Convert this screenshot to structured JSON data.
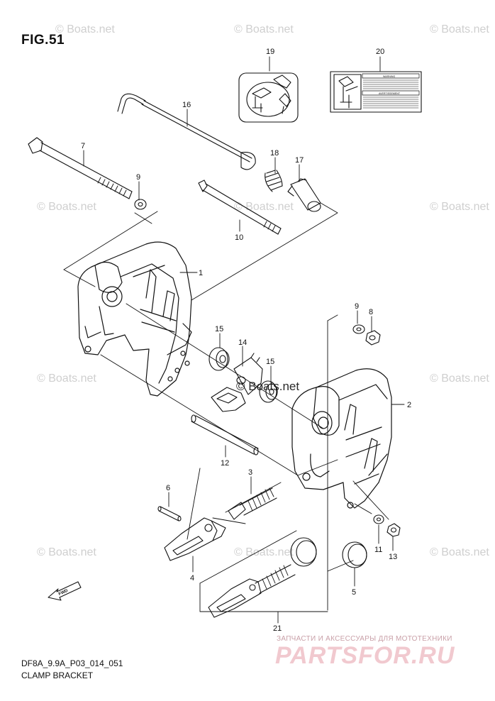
{
  "figure": {
    "title": "FIG.51"
  },
  "footer": {
    "code": "DF8A_9.9A_P03_014_051",
    "name": "CLAMP BRACKET"
  },
  "watermark": {
    "text": "© Boats.net"
  },
  "brand": {
    "tagline": "ЗАПЧАСТИ И АКСЕССУАРЫ ДЛЯ МОТОТЕХНИКИ",
    "logo": "PARTSFOR.RU"
  },
  "label_20": {
    "warning": "WARNING",
    "avertissement": "AVERTISSEMENT"
  },
  "fwd_icon": {
    "text": "FWD"
  },
  "callouts": [
    {
      "id": "c1",
      "text": "1"
    },
    {
      "id": "c2",
      "text": "2"
    },
    {
      "id": "c3",
      "text": "3"
    },
    {
      "id": "c4",
      "text": "4"
    },
    {
      "id": "c5",
      "text": "5"
    },
    {
      "id": "c6",
      "text": "6"
    },
    {
      "id": "c7",
      "text": "7"
    },
    {
      "id": "c8",
      "text": "8"
    },
    {
      "id": "c9a",
      "text": "9"
    },
    {
      "id": "c9b",
      "text": "9"
    },
    {
      "id": "c10",
      "text": "10"
    },
    {
      "id": "c11",
      "text": "11"
    },
    {
      "id": "c12",
      "text": "12"
    },
    {
      "id": "c13",
      "text": "13"
    },
    {
      "id": "c14",
      "text": "14"
    },
    {
      "id": "c15a",
      "text": "15"
    },
    {
      "id": "c15b",
      "text": "15"
    },
    {
      "id": "c16",
      "text": "16"
    },
    {
      "id": "c17",
      "text": "17"
    },
    {
      "id": "c18",
      "text": "18"
    },
    {
      "id": "c19",
      "text": "19"
    },
    {
      "id": "c20",
      "text": "20"
    },
    {
      "id": "c21",
      "text": "21"
    }
  ]
}
